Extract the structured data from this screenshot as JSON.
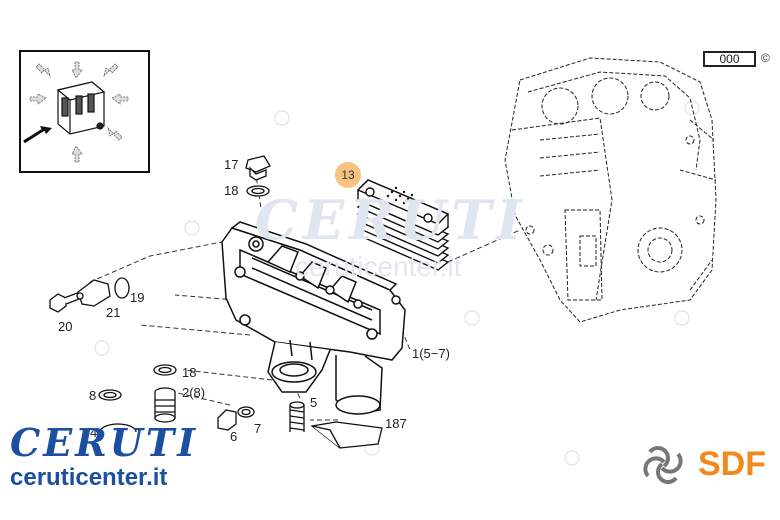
{
  "reference_box": "000",
  "copyright_symbol": "©",
  "highlight_color": "#f6c47f",
  "brand": {
    "name": "CERUTI",
    "url": "ceruticenter.it",
    "color": "#1b4fa0"
  },
  "watermark": {
    "name": "CERUTI",
    "url": "ceruticenter.it"
  },
  "sdf_logo": {
    "text": "SDF",
    "color": "#f08a1c"
  },
  "callouts": {
    "c13": "13",
    "c17": "17",
    "c18a": "18",
    "c19": "19",
    "c20": "20",
    "c21": "21",
    "c1": "1(5−7)",
    "c18b": "18",
    "c8": "8",
    "c2": "2(8)",
    "c5": "5",
    "c6": "6",
    "c7": "7",
    "c187": "187",
    "c4": "4"
  },
  "icons": {
    "orientation": "engine-orientation-icon",
    "sdf": "sdf-logo-icon"
  }
}
